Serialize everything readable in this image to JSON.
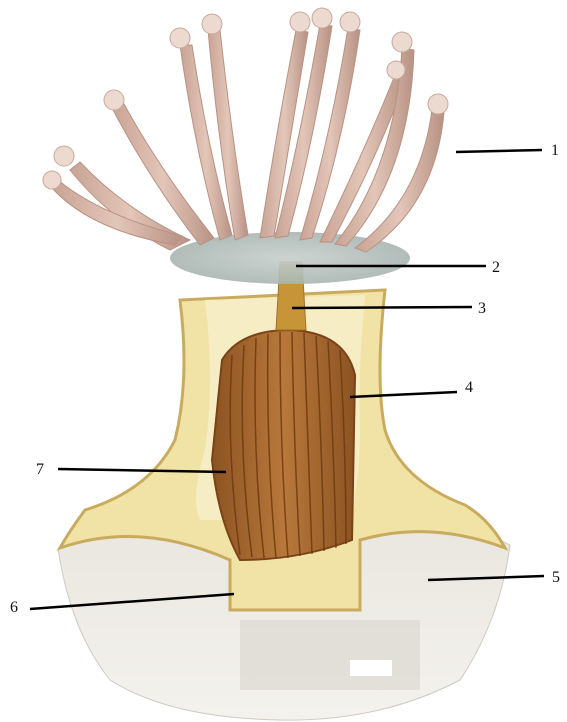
{
  "figure": {
    "labels": [
      "1",
      "2",
      "3",
      "4",
      "5",
      "6",
      "7"
    ]
  },
  "colors": {
    "background": "#ffffff",
    "tentacle": "#d9bcae",
    "tentacle_shade": "#b89284",
    "tentacle_tip": "#ecd9cf",
    "oral_disc": "#b7c3c0",
    "body_wall": "#f3e6b0",
    "body_wall_edge": "#c9ab5e",
    "pharynx": "#c79538",
    "gastric_cavity": "#a5672c",
    "septa_lines": "#6e3a12",
    "base": "#e5e2db",
    "base_shadow": "#c8c4ba",
    "label_line": "#000000"
  }
}
